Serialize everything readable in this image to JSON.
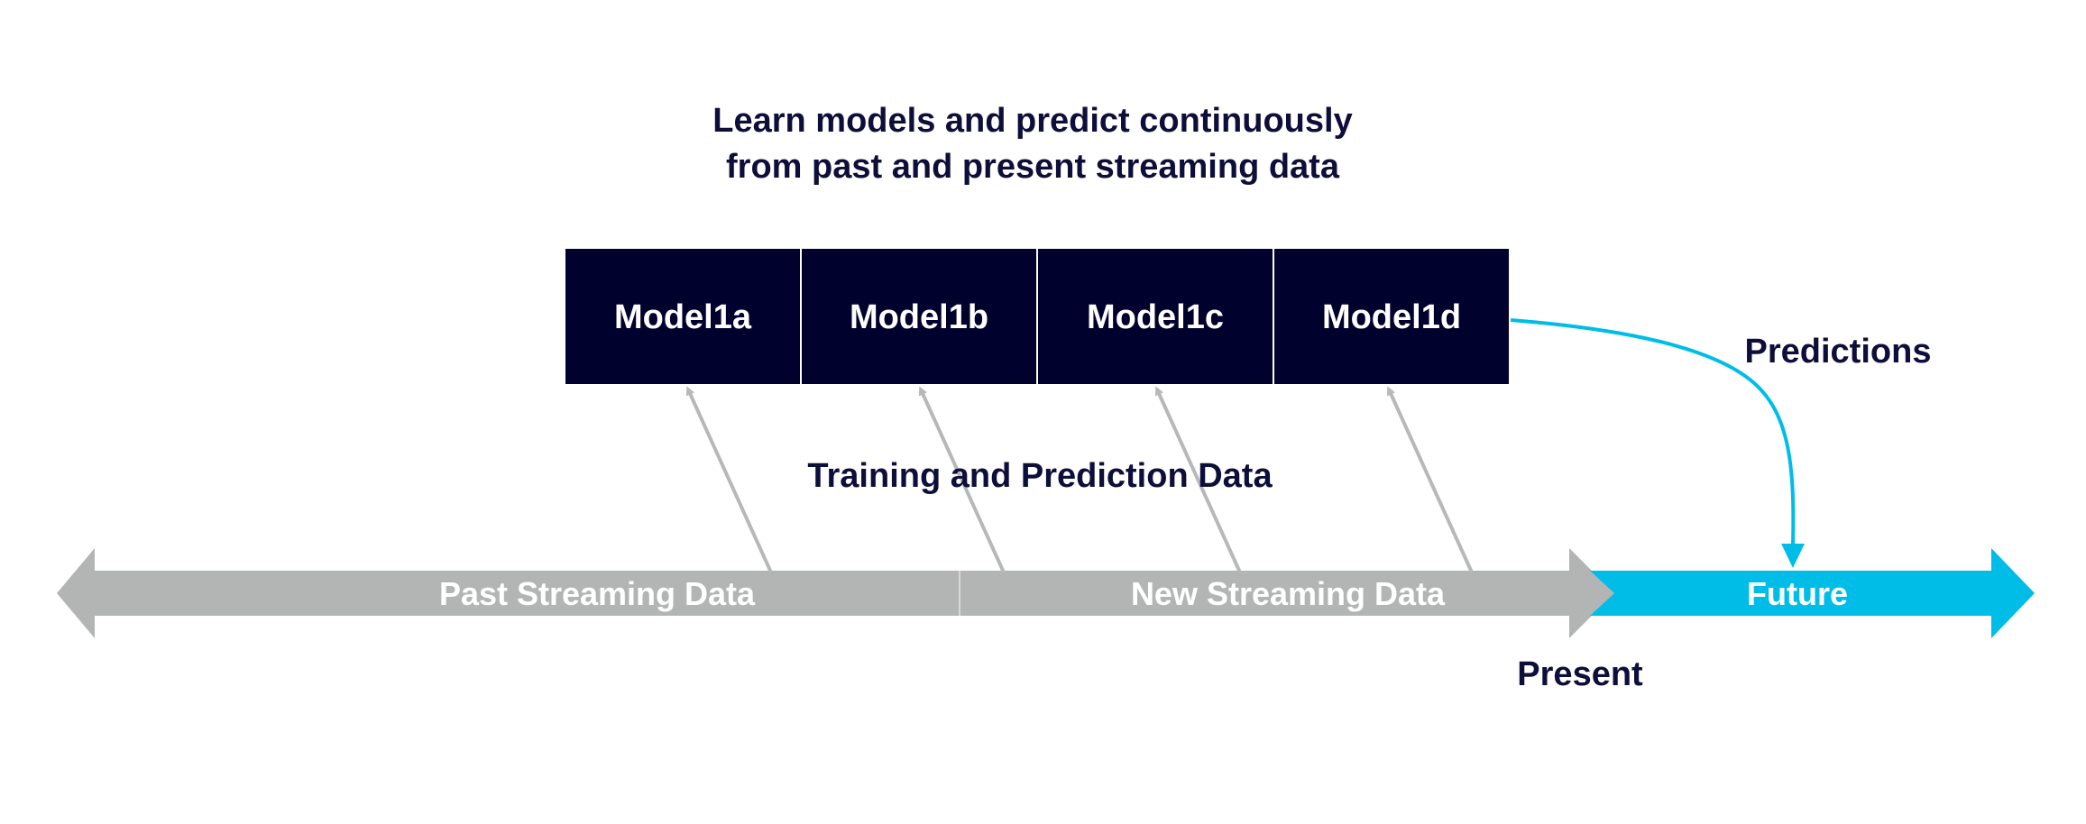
{
  "diagram": {
    "title_lines": [
      "Learn models and predict continuously",
      "from past and present streaming data"
    ],
    "models": [
      "Model1a",
      "Model1b",
      "Model1c",
      "Model1d"
    ],
    "training_label": "Training and Prediction Data",
    "timeline": {
      "past_label": "Past Streaming Data",
      "new_label": "New Streaming Data",
      "future_label": "Future",
      "present_label": "Present"
    },
    "predictions_label": "Predictions"
  },
  "colors": {
    "navy": "#01012d",
    "text_navy": "#0e0e3a",
    "gray": "#b3b5b5",
    "gray_arrow": "#b7b9b9",
    "cyan": "#00bde8",
    "white": "#ffffff"
  }
}
